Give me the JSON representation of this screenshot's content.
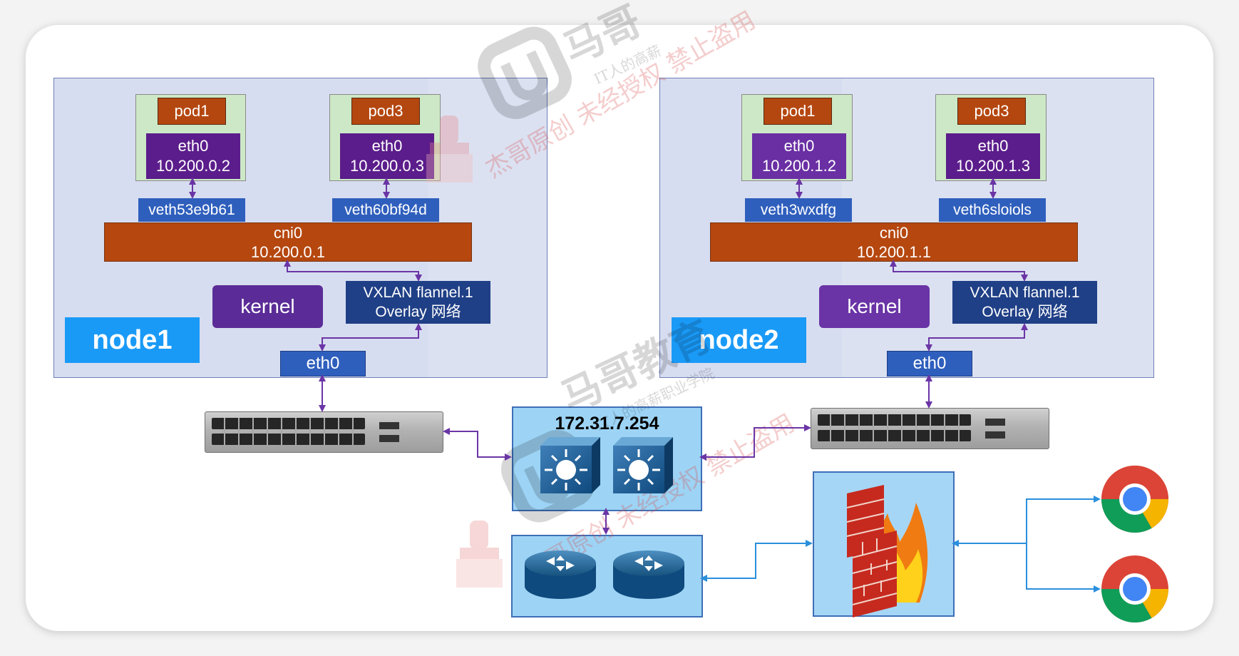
{
  "node1": {
    "name": "node1",
    "pods": [
      {
        "name": "pod1",
        "eth": "eth0",
        "ip": "10.200.0.2",
        "veth": "veth53e9b61"
      },
      {
        "name": "pod3",
        "eth": "eth0",
        "ip": "10.200.0.3",
        "veth": "veth60bf94d"
      }
    ],
    "bridge": {
      "name": "cni0",
      "ip": "10.200.0.1"
    },
    "kernel": "kernel",
    "vxlan": {
      "line1": "VXLAN flannel.1",
      "line2": "Overlay 网络"
    },
    "eth": "eth0"
  },
  "node2": {
    "name": "node2",
    "pods": [
      {
        "name": "pod1",
        "eth": "eth0",
        "ip": "10.200.1.2",
        "veth": "veth3wxdfg"
      },
      {
        "name": "pod3",
        "eth": "eth0",
        "ip": "10.200.1.3",
        "veth": "veth6sloiols"
      }
    ],
    "bridge": {
      "name": "cni0",
      "ip": "10.200.1.1"
    },
    "kernel": "kernel",
    "vxlan": {
      "line1": "VXLAN flannel.1",
      "line2": "Overlay 网络"
    },
    "eth": "eth0"
  },
  "core_switch": {
    "ip": "172.31.7.254"
  },
  "watermarks": [
    "杰哥原创 未经授权 禁止盗用",
    "IT人的高薪职业学院",
    "马哥教育"
  ],
  "icons": [
    "access-switch-icon",
    "layer3-switch-icon",
    "router-icon",
    "firewall-icon",
    "chrome-browser-icon"
  ],
  "colors": {
    "pod_label": "#b4470f",
    "eth_box": "#5b1d8b",
    "veth": "#2f5fbd",
    "cni": "#b5470f",
    "kernel": "#5b2c97",
    "vxlan": "#1f3f86",
    "node_name": "#1a9af7",
    "link_purple": "#6b35a6",
    "link_blue": "#2a8fdc"
  }
}
